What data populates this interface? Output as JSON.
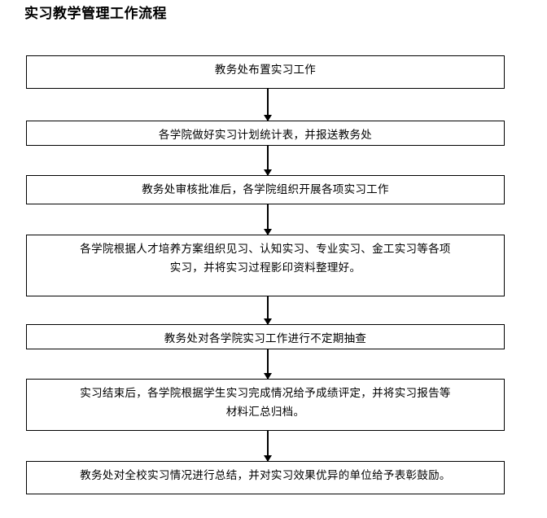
{
  "chart_data": {
    "type": "diagram",
    "diagram_type": "flowchart",
    "title": "实习教学管理工作流程",
    "orientation": "vertical-top-to-bottom",
    "node_shape": "rectangle",
    "connector_style": "straight-line-with-arrowhead",
    "nodes": [
      {
        "id": "step-1",
        "label": "教务处布置实习工作",
        "lines": [
          "教务处布置实习工作"
        ]
      },
      {
        "id": "step-2",
        "label": "各学院做好实习计划统计表，并报送教务处",
        "lines": [
          "各学院做好实习计划统计表，并报送教务处"
        ]
      },
      {
        "id": "step-3",
        "label": "教务处审核批准后，各学院组织开展各项实习工作",
        "lines": [
          "教务处审核批准后，各学院组织开展各项实习工作"
        ]
      },
      {
        "id": "step-4",
        "label": "各学院根据人才培养方案组织见习、认知实习、专业实习、金工实习等各项实习，并将实习过程影印资料整理好。",
        "lines": [
          "各学院根据人才培养方案组织见习、认知实习、专业实习、金工实习等各项",
          "实习，并将实习过程影印资料整理好。"
        ]
      },
      {
        "id": "step-5",
        "label": "教务处对各学院实习工作进行不定期抽查",
        "lines": [
          "教务处对各学院实习工作进行不定期抽查"
        ]
      },
      {
        "id": "step-6",
        "label": "实习结束后，各学院根据学生实习完成情况给予成绩评定，并将实习报告等材料汇总归档。",
        "lines": [
          "实习结束后，各学院根据学生实习完成情况给予成绩评定，并将实习报告等",
          "材料汇总归档。"
        ]
      },
      {
        "id": "step-7",
        "label": "教务处对全校实习情况进行总结，并对实习效果优异的单位给予表彰鼓励。",
        "lines": [
          "教务处对全校实习情况进行总结，并对实习效果优异的单位给予表彰鼓励。"
        ]
      }
    ],
    "edges": [
      {
        "from": "step-1",
        "to": "step-2",
        "label": ""
      },
      {
        "from": "step-2",
        "to": "step-3",
        "label": ""
      },
      {
        "from": "step-3",
        "to": "step-4",
        "label": ""
      },
      {
        "from": "step-4",
        "to": "step-5",
        "label": ""
      },
      {
        "from": "step-5",
        "to": "step-6",
        "label": ""
      },
      {
        "from": "step-6",
        "to": "step-7",
        "label": ""
      }
    ],
    "colors": {
      "background": "#ffffff",
      "node_border": "#000000",
      "node_fill": "#ffffff",
      "text": "#000000",
      "connector": "#000000"
    }
  }
}
